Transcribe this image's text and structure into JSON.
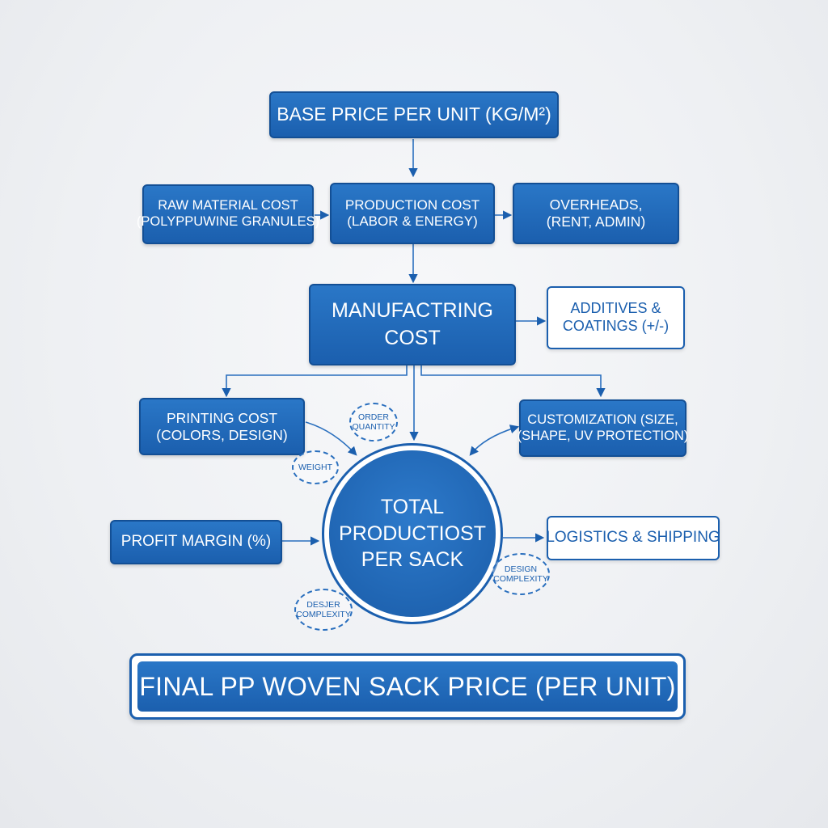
{
  "nodes": {
    "base_price": [
      "BASE PRICE PER UNIT (KG/M²)"
    ],
    "raw_material": [
      "RAW MATERIAL COST",
      "(POLYPPUWINE GRANULES)"
    ],
    "production": [
      "PRODUCTION COST",
      "(LABOR & ENERGY)"
    ],
    "overheads": [
      "OVERHEADS,",
      "(RENT, ADMIN)"
    ],
    "manufacturing": [
      "MANUFACTRING",
      "COST"
    ],
    "additives": [
      "ADDITIVES &",
      "COATINGS (+/-)"
    ],
    "printing": [
      "PRINTING COST",
      "(COLORS, DESIGN)"
    ],
    "customization": [
      "CUSTOMIZATION (SIZE,",
      "(SHAPE, UV PROTECTION)"
    ],
    "profit_margin": [
      "PROFIT MARGIN (%)"
    ],
    "total": [
      "TOTAL",
      "PRODUCTIOST",
      "PER SACK"
    ],
    "logistics": [
      "LOGISTICS & SHIPPING"
    ],
    "final_price": [
      "FINAL PP WOVEN SACK PRICE (PER UNIT)"
    ]
  },
  "tags": {
    "order_quantity": [
      "ORDER",
      "QUANTITY"
    ],
    "weight": [
      "WEIGHT"
    ],
    "design_complexity": [
      "DESIGN",
      "COMPLEXITY"
    ],
    "desjer_complexity": [
      "DESJER",
      "COMPLEXITY"
    ]
  },
  "colors": {
    "primary_blue": "#1b5fae",
    "box_fill": "#2a77c7",
    "background": "#eef0f3",
    "text_light": "#ffffff"
  }
}
